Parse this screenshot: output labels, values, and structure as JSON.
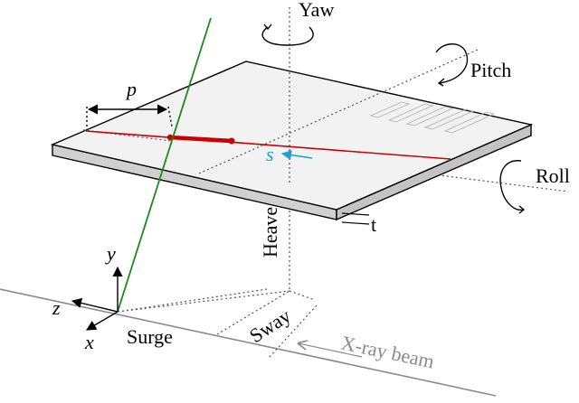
{
  "labels": {
    "yaw": "Yaw",
    "pitch": "Pitch",
    "roll": "Roll",
    "heave": "Heave",
    "sway": "Sway",
    "surge": "Surge",
    "xray": "X-ray beam",
    "p": "p",
    "s": "s",
    "t": "t",
    "axis_x": "x",
    "axis_y": "y",
    "axis_z": "z"
  },
  "colors": {
    "plate_top": "#f2f2f2",
    "plate_side": "#d0d0d0",
    "red_line": "#cc0000",
    "green_line": "#1a8a1a",
    "s_arrow": "#1a9fd6",
    "xray": "#8a8a8a",
    "ink": "#000000"
  }
}
